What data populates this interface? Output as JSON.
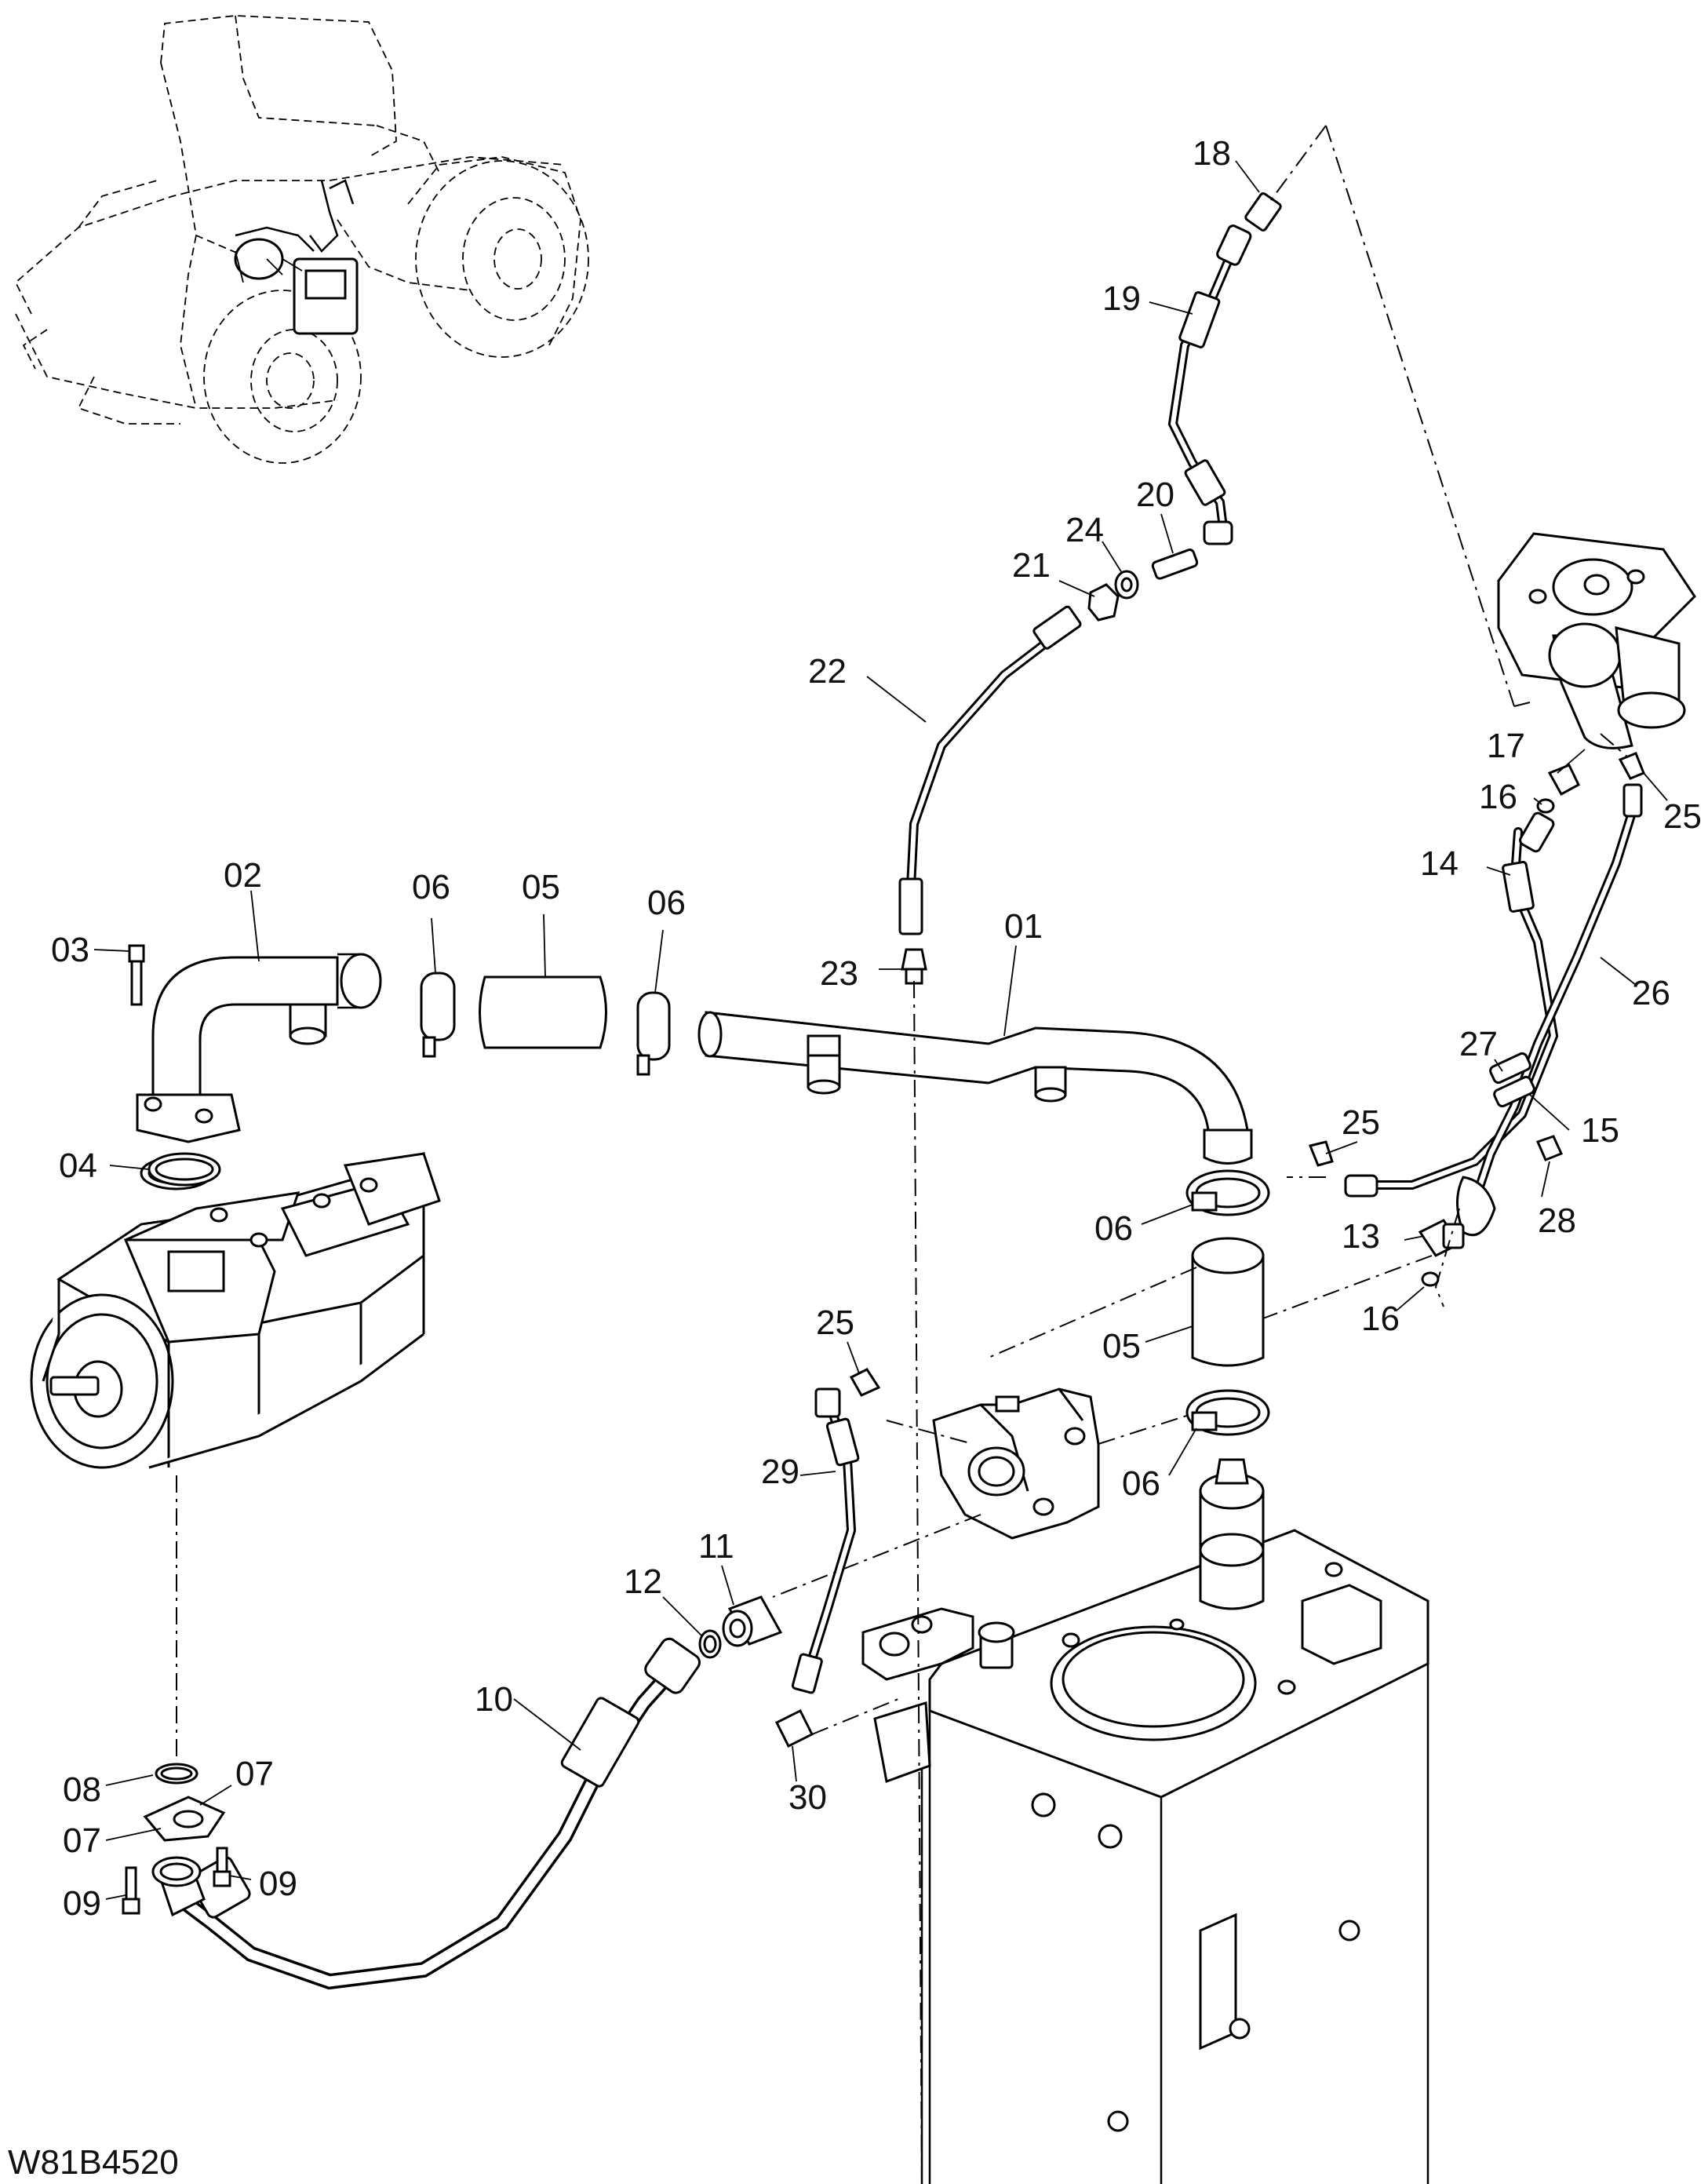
{
  "drawing_code": "W81B4520",
  "callouts": [
    {
      "id": "18",
      "text": "18"
    },
    {
      "id": "19",
      "text": "19"
    },
    {
      "id": "20",
      "text": "20"
    },
    {
      "id": "24",
      "text": "24"
    },
    {
      "id": "21",
      "text": "21"
    },
    {
      "id": "22",
      "text": "22"
    },
    {
      "id": "17",
      "text": "17"
    },
    {
      "id": "16a",
      "text": "16"
    },
    {
      "id": "25a",
      "text": "25"
    },
    {
      "id": "14",
      "text": "14"
    },
    {
      "id": "26",
      "text": "26"
    },
    {
      "id": "02",
      "text": "02"
    },
    {
      "id": "06a",
      "text": "06"
    },
    {
      "id": "05a",
      "text": "05"
    },
    {
      "id": "06b",
      "text": "06"
    },
    {
      "id": "01",
      "text": "01"
    },
    {
      "id": "23",
      "text": "23"
    },
    {
      "id": "03",
      "text": "03"
    },
    {
      "id": "27",
      "text": "27"
    },
    {
      "id": "15",
      "text": "15"
    },
    {
      "id": "25b",
      "text": "25"
    },
    {
      "id": "04",
      "text": "04"
    },
    {
      "id": "06c",
      "text": "06"
    },
    {
      "id": "13",
      "text": "13"
    },
    {
      "id": "28",
      "text": "28"
    },
    {
      "id": "16b",
      "text": "16"
    },
    {
      "id": "05b",
      "text": "05"
    },
    {
      "id": "25c",
      "text": "25"
    },
    {
      "id": "29",
      "text": "29"
    },
    {
      "id": "06d",
      "text": "06"
    },
    {
      "id": "11",
      "text": "11"
    },
    {
      "id": "12",
      "text": "12"
    },
    {
      "id": "10",
      "text": "10"
    },
    {
      "id": "30",
      "text": "30"
    },
    {
      "id": "08",
      "text": "08"
    },
    {
      "id": "07a",
      "text": "07"
    },
    {
      "id": "07b",
      "text": "07"
    },
    {
      "id": "09a",
      "text": "09"
    },
    {
      "id": "09b",
      "text": "09"
    }
  ],
  "icons": {
    "locator": "tractor-locator-icon",
    "pump": "hydraulic-pump-icon",
    "tank": "hydraulic-tank-icon",
    "valve": "control-valve-icon",
    "steering_unit": "steering-unit-icon"
  }
}
